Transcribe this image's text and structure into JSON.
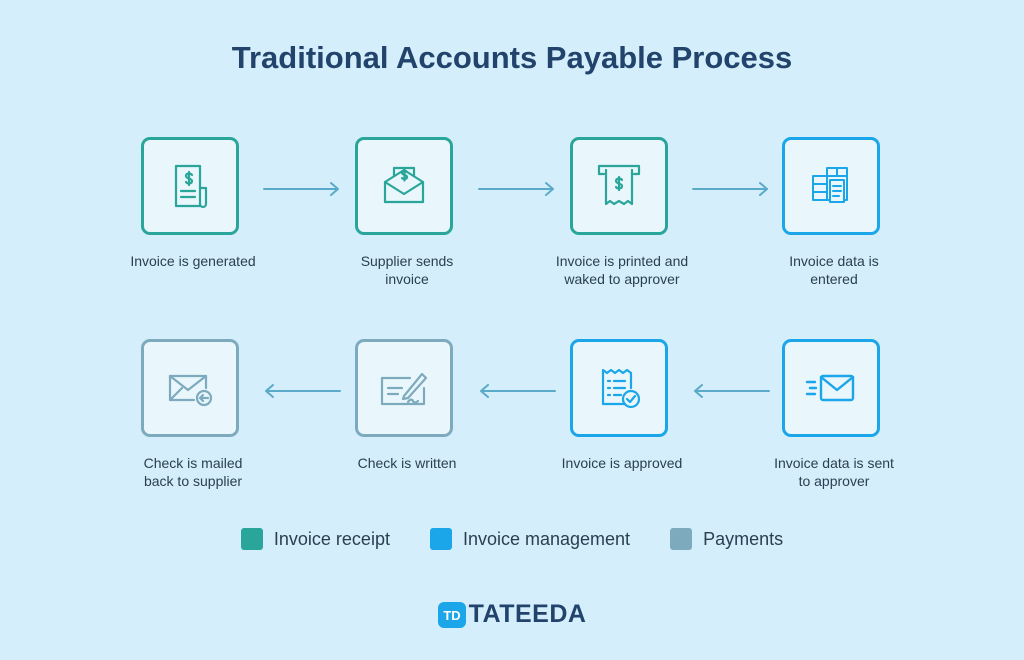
{
  "title": "Traditional Accounts Payable Process",
  "colors": {
    "receipt": "#2aa59a",
    "management": "#1aa6e8",
    "payments": "#7eaabd",
    "arrow": "#5aaac9",
    "background": "#d4effb",
    "title": "#22436c"
  },
  "steps": [
    {
      "label": "Invoice is generated",
      "icon": "invoice-document-icon",
      "category": "receipt"
    },
    {
      "label": "Supplier sends\ninvoice",
      "icon": "envelope-dollar-icon",
      "category": "receipt"
    },
    {
      "label": "Invoice is printed and\nwaked to approver",
      "icon": "printed-receipt-icon",
      "category": "receipt"
    },
    {
      "label": "Invoice data is\nentered",
      "icon": "data-entry-icon",
      "category": "management"
    },
    {
      "label": "Invoice data is sent\nto approver",
      "icon": "sending-mail-icon",
      "category": "management"
    },
    {
      "label": "Invoice is approved",
      "icon": "approved-checklist-icon",
      "category": "management"
    },
    {
      "label": "Check is written",
      "icon": "check-signature-icon",
      "category": "payments"
    },
    {
      "label": "Check is mailed\nback to supplier",
      "icon": "mail-return-icon",
      "category": "payments"
    }
  ],
  "legend": [
    {
      "label": "Invoice receipt",
      "color": "#2aa59a"
    },
    {
      "label": "Invoice management",
      "color": "#1aa6e8"
    },
    {
      "label": "Payments",
      "color": "#7eaabd"
    }
  ],
  "logo": {
    "mark": "TD",
    "text": "TATEEDA"
  }
}
